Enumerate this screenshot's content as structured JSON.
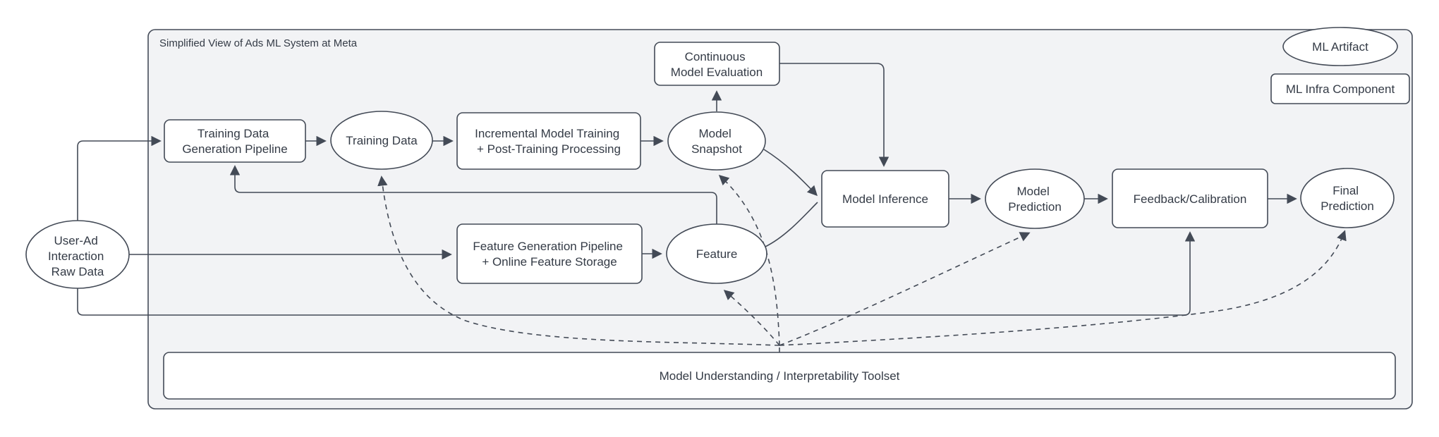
{
  "diagram": {
    "title": "Simplified View of Ads ML System at Meta",
    "legend": {
      "artifact_label": "ML Artifact",
      "infra_label": "ML Infra Component"
    },
    "nodes": {
      "user_ad": {
        "type": "artifact",
        "lines": [
          "User-Ad",
          "Interaction",
          "Raw Data"
        ]
      },
      "tdgp": {
        "type": "infra",
        "lines": [
          "Training Data",
          "Generation Pipeline"
        ]
      },
      "training_data": {
        "type": "artifact",
        "lines": [
          "Training Data"
        ]
      },
      "imt": {
        "type": "infra",
        "lines": [
          "Incremental Model Training",
          "+ Post-Training Processing"
        ]
      },
      "cme": {
        "type": "infra",
        "lines": [
          "Continuous",
          "Model Evaluation"
        ]
      },
      "model_snapshot": {
        "type": "artifact",
        "lines": [
          "Model",
          "Snapshot"
        ]
      },
      "model_inference": {
        "type": "infra",
        "lines": [
          "Model Inference"
        ]
      },
      "model_prediction": {
        "type": "artifact",
        "lines": [
          "Model",
          "Prediction"
        ]
      },
      "feedback": {
        "type": "infra",
        "lines": [
          "Feedback/Calibration"
        ]
      },
      "final_prediction": {
        "type": "artifact",
        "lines": [
          "Final",
          "Prediction"
        ]
      },
      "fgp": {
        "type": "infra",
        "lines": [
          "Feature Generation Pipeline",
          "+ Online Feature Storage"
        ]
      },
      "feature": {
        "type": "artifact",
        "lines": [
          "Feature"
        ]
      },
      "toolset": {
        "type": "infra",
        "lines": [
          "Model Understanding / Interpretability Toolset"
        ]
      }
    },
    "edges": [
      {
        "from": "user-ad-interaction-raw-data",
        "to": "training-data-generation-pipeline",
        "style": "solid"
      },
      {
        "from": "training-data-generation-pipeline",
        "to": "training-data",
        "style": "solid"
      },
      {
        "from": "training-data",
        "to": "incremental-model-training",
        "style": "solid"
      },
      {
        "from": "incremental-model-training",
        "to": "model-snapshot",
        "style": "solid"
      },
      {
        "from": "model-snapshot",
        "to": "continuous-model-evaluation",
        "style": "solid"
      },
      {
        "from": "continuous-model-evaluation",
        "to": "model-inference",
        "style": "solid"
      },
      {
        "from": "model-snapshot",
        "to": "model-inference",
        "style": "solid"
      },
      {
        "from": "feature",
        "to": "model-inference",
        "style": "solid"
      },
      {
        "from": "model-inference",
        "to": "model-prediction",
        "style": "solid"
      },
      {
        "from": "model-prediction",
        "to": "feedback-calibration",
        "style": "solid"
      },
      {
        "from": "feedback-calibration",
        "to": "final-prediction",
        "style": "solid"
      },
      {
        "from": "user-ad-interaction-raw-data",
        "to": "feature-generation-pipeline",
        "style": "solid"
      },
      {
        "from": "user-ad-interaction-raw-data",
        "to": "feedback-calibration",
        "style": "solid"
      },
      {
        "from": "feature",
        "to": "training-data-generation-pipeline",
        "style": "solid"
      },
      {
        "from": "feature-generation-pipeline",
        "to": "feature",
        "style": "solid"
      },
      {
        "from": "model-understanding-toolset",
        "to": "training-data",
        "style": "dashed"
      },
      {
        "from": "model-understanding-toolset",
        "to": "model-snapshot",
        "style": "dashed"
      },
      {
        "from": "model-understanding-toolset",
        "to": "feature",
        "style": "dashed"
      },
      {
        "from": "model-understanding-toolset",
        "to": "model-prediction",
        "style": "dashed"
      },
      {
        "from": "model-understanding-toolset",
        "to": "final-prediction",
        "style": "dashed"
      }
    ],
    "colors": {
      "stroke": "#434A56",
      "text": "#343B46",
      "container_fill": "#F2F3F5",
      "node_fill": "#FFFFFF",
      "page_background": "#FFFFFF"
    }
  }
}
